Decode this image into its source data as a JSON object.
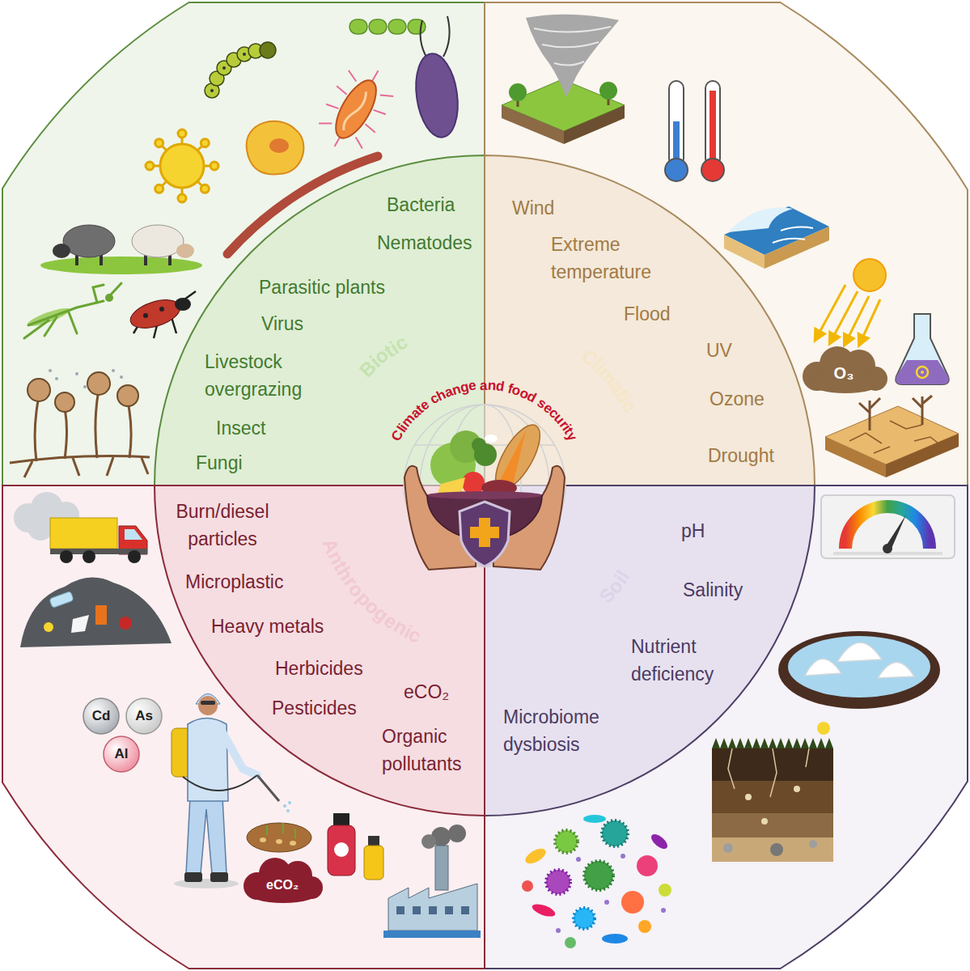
{
  "diagram": {
    "nodes": [
      {
        "text": [
          "Climate change and food security"
        ]
      },
      {
        "text": [
          "Biotic"
        ]
      },
      {
        "text": [
          "Climatic"
        ]
      },
      {
        "text": [
          "Soil"
        ]
      },
      {
        "text": [
          "Anthropogenic"
        ]
      },
      {
        "text": [
          "Bacteria",
          "Nematodes",
          "Parasitic plants",
          "Virus",
          "Livestock overgrazing",
          "Insect",
          "Fungi"
        ]
      },
      {
        "text": [
          "Wind",
          "Extreme temperature",
          "Flood",
          "UV",
          "Ozone",
          "Drought"
        ]
      },
      {
        "text": [
          "pH",
          "Salinity",
          "Nutrient deficiency",
          "Microbiome dysbiosis"
        ]
      },
      {
        "text": [
          "Burn/diesel particles",
          "Microplastic",
          "Heavy metals",
          "Herbicides",
          "Pesticides",
          "eCO₂",
          "Organic pollutants"
        ]
      }
    ],
    "labels": [
      "O₃",
      "Cd",
      "As",
      "Al",
      "eCO₂"
    ]
  }
}
